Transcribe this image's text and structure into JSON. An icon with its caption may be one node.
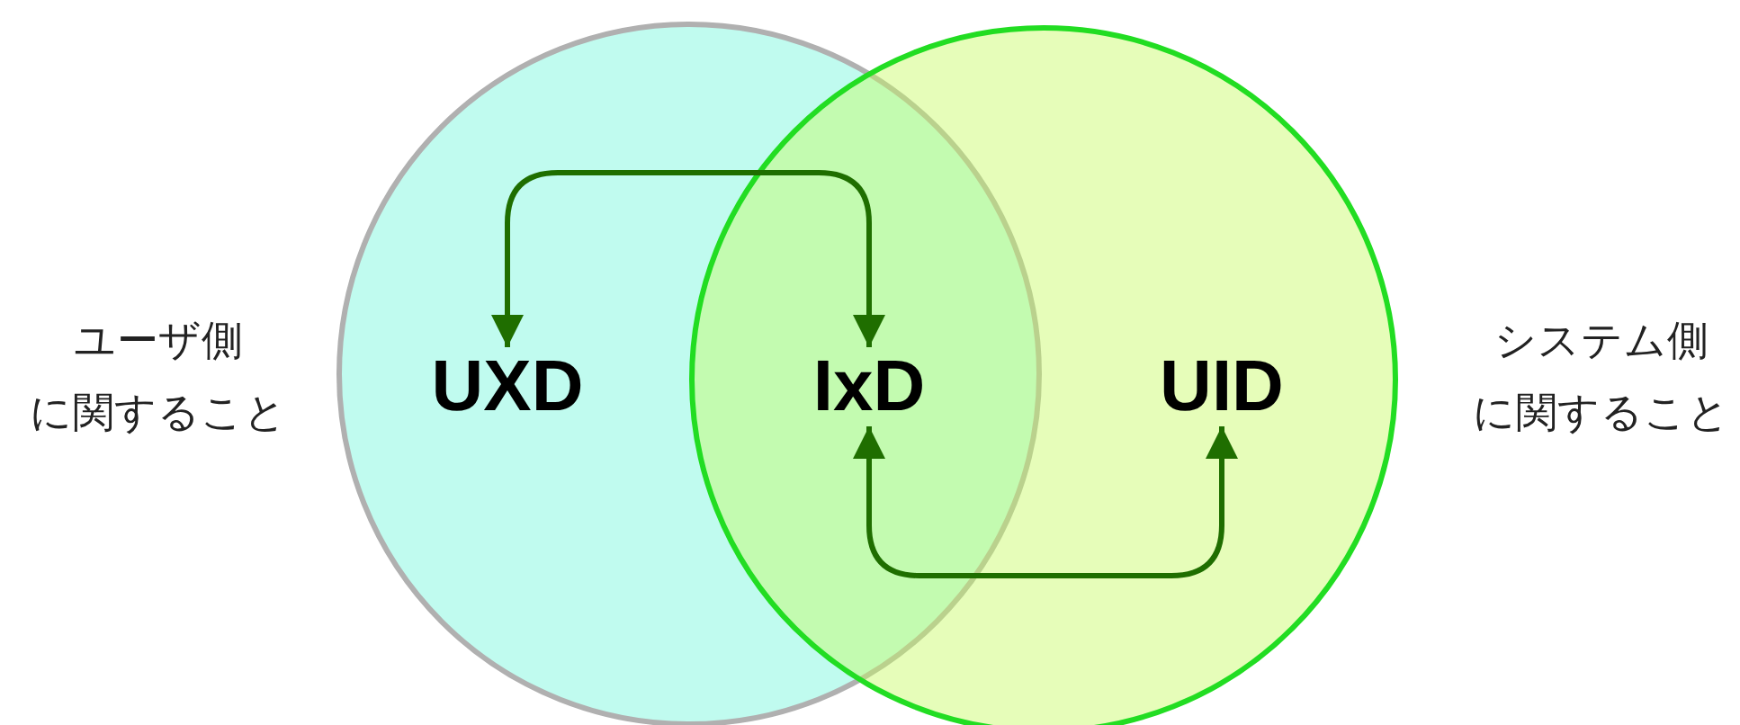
{
  "diagram": {
    "nodes": [
      {
        "text": [],
        "shape": "circle"
      },
      {
        "text": [],
        "shape": "circle"
      },
      {
        "text": [
          "UXD"
        ],
        "in": 0
      },
      {
        "text": [
          "IxD"
        ]
      },
      {
        "text": [
          "UID"
        ],
        "in": 1
      }
    ],
    "edges": [
      {
        "from": 2,
        "to": 3,
        "arrow": "both"
      },
      {
        "from": 3,
        "to": 4,
        "arrow": "both"
      }
    ],
    "labels": [
      "ユーザ側に関すること",
      "システム側に関すること"
    ]
  }
}
